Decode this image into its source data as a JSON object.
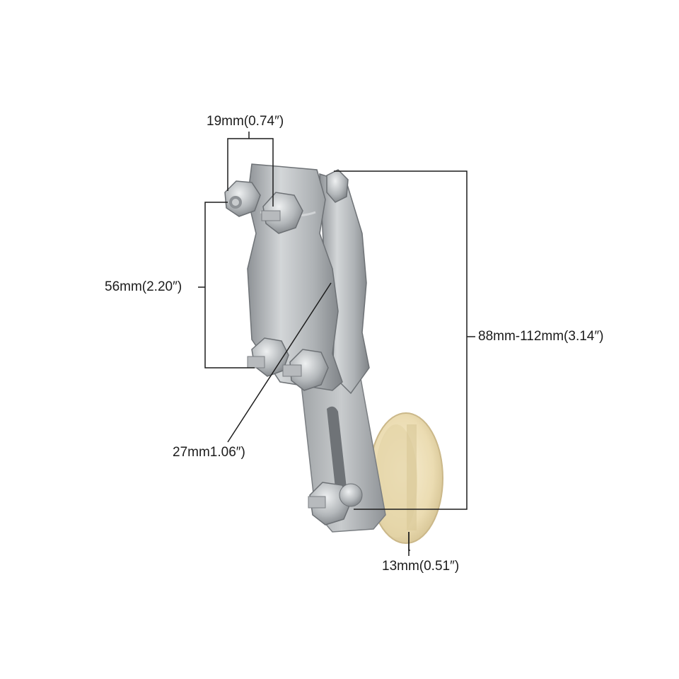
{
  "dimensions": {
    "bolt_spacing": "19mm(0.74″)",
    "mount_height": "56mm(2.20″)",
    "arm_width": "27mm1.06″)",
    "overall_length": "88mm-112mm(3.14″)",
    "wheel_width": "13mm(0.51″)"
  },
  "colors": {
    "metal": "#b9bcbf",
    "metal_shadow": "#8c9094",
    "wheel": "#efe2bd",
    "line": "#1c1c1c",
    "background": "#ffffff"
  }
}
